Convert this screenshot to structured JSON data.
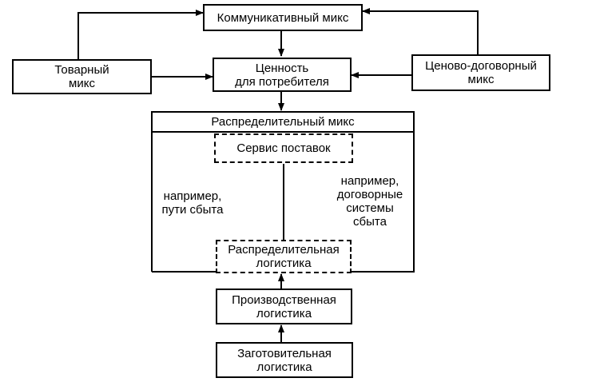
{
  "nodes": {
    "communicative_mix": "Коммуникативный микс",
    "product_mix": "Товарный\nмикс",
    "customer_value": "Ценность\nдля потребителя",
    "price_contract_mix": "Ценово-договорный\nмикс",
    "distribution_mix": "Распределительный микс",
    "delivery_service": "Сервис поставок",
    "distribution_logistics": "Распределительная\nлогистика",
    "production_logistics": "Производственная\nлогистика",
    "procurement_logistics": "Заготовительная\nлогистика"
  },
  "annotations": {
    "left_example": "например,\nпути сбыта",
    "right_example": "например,\nдоговорные\nсистемы\nсбыта"
  }
}
